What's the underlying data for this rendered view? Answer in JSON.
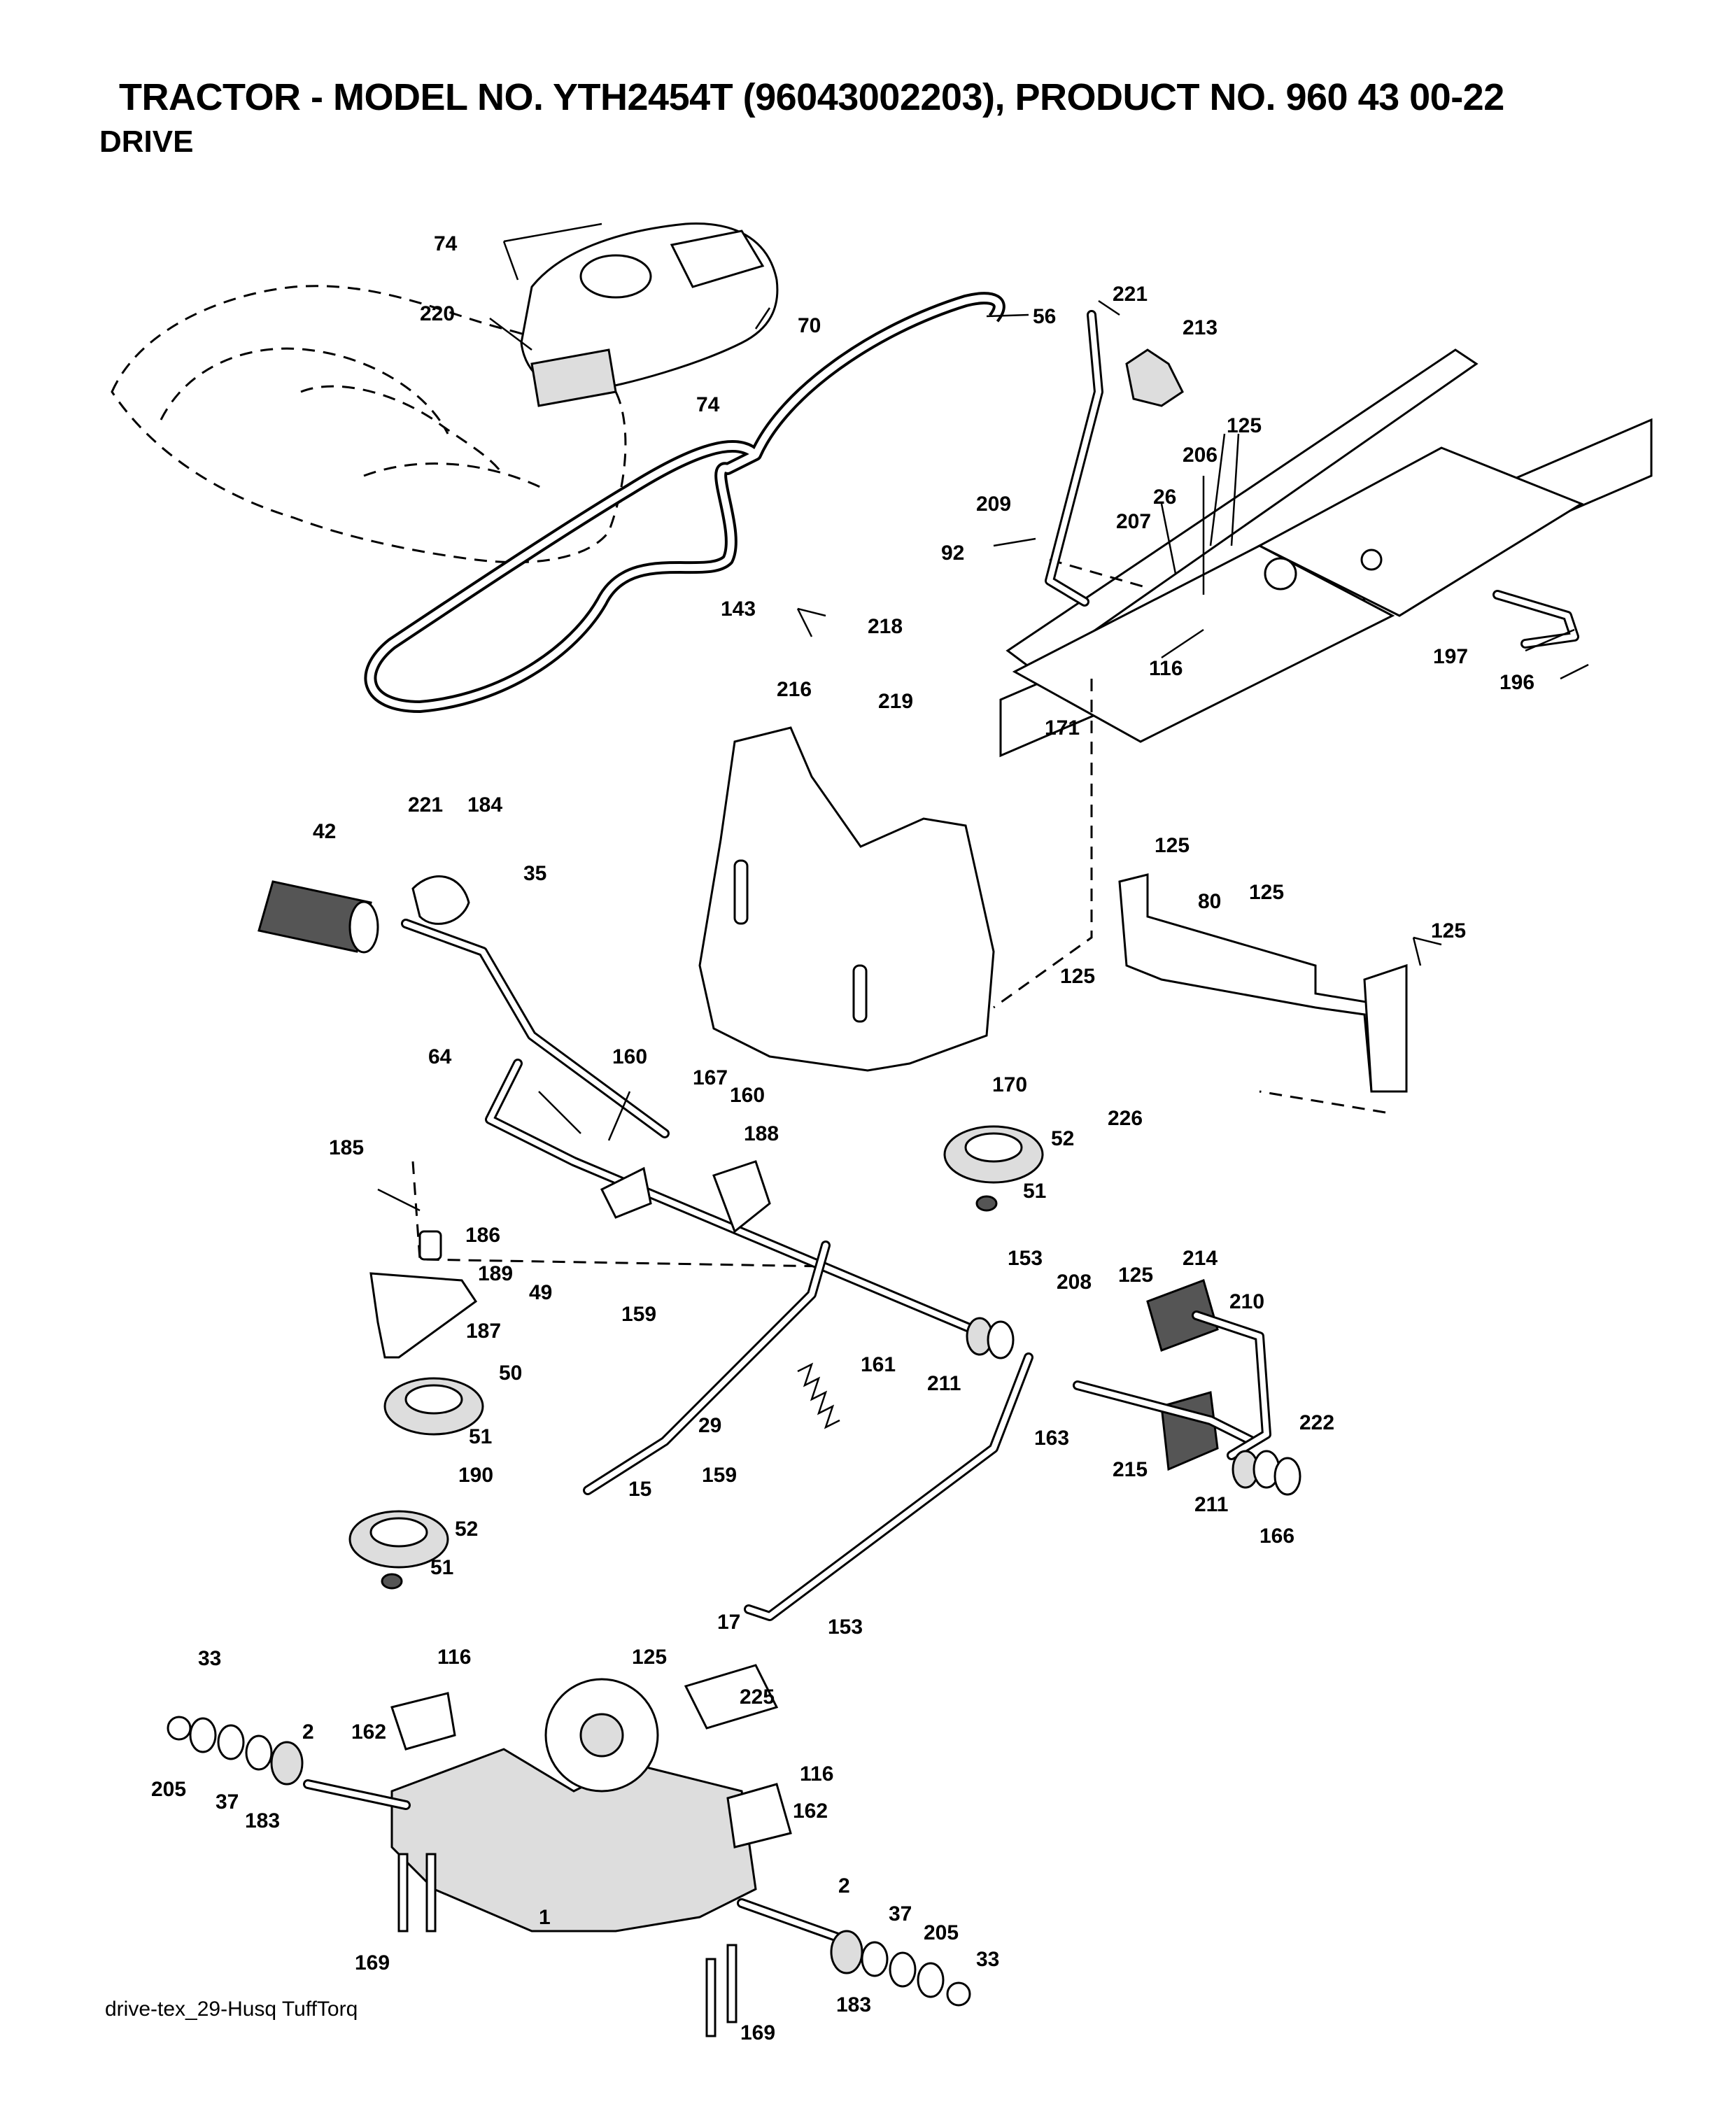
{
  "header": {
    "title": "TRACTOR - MODEL NO. YTH2454T (96043002203), PRODUCT NO. 960 43 00-22",
    "subtitle": "DRIVE"
  },
  "footer": {
    "code": "drive-tex_29-Husq TuffTorq"
  },
  "callouts": [
    {
      "id": "c1",
      "text": "74"
    },
    {
      "id": "c2",
      "text": "221"
    },
    {
      "id": "c3",
      "text": "213"
    },
    {
      "id": "c4",
      "text": "220"
    },
    {
      "id": "c5",
      "text": "70"
    },
    {
      "id": "c6",
      "text": "56"
    },
    {
      "id": "c7",
      "text": "74"
    },
    {
      "id": "c8",
      "text": "125"
    },
    {
      "id": "c9",
      "text": "206"
    },
    {
      "id": "c10",
      "text": "209"
    },
    {
      "id": "c11",
      "text": "26"
    },
    {
      "id": "c12",
      "text": "207"
    },
    {
      "id": "c13",
      "text": "92"
    },
    {
      "id": "c14",
      "text": "143"
    },
    {
      "id": "c15",
      "text": "218"
    },
    {
      "id": "c16",
      "text": "116"
    },
    {
      "id": "c17",
      "text": "197"
    },
    {
      "id": "c18",
      "text": "196"
    },
    {
      "id": "c19",
      "text": "216"
    },
    {
      "id": "c20",
      "text": "219"
    },
    {
      "id": "c21",
      "text": "171"
    },
    {
      "id": "c22",
      "text": "221"
    },
    {
      "id": "c23",
      "text": "184"
    },
    {
      "id": "c24",
      "text": "42"
    },
    {
      "id": "c25",
      "text": "35"
    },
    {
      "id": "c26",
      "text": "125"
    },
    {
      "id": "c27",
      "text": "80"
    },
    {
      "id": "c28",
      "text": "125"
    },
    {
      "id": "c29",
      "text": "125"
    },
    {
      "id": "c30",
      "text": "125"
    },
    {
      "id": "c31",
      "text": "64"
    },
    {
      "id": "c32",
      "text": "160"
    },
    {
      "id": "c33",
      "text": "167"
    },
    {
      "id": "c34",
      "text": "160"
    },
    {
      "id": "c35",
      "text": "170"
    },
    {
      "id": "c36",
      "text": "188"
    },
    {
      "id": "c37",
      "text": "226"
    },
    {
      "id": "c38",
      "text": "185"
    },
    {
      "id": "c39",
      "text": "52"
    },
    {
      "id": "c40",
      "text": "51"
    },
    {
      "id": "c41",
      "text": "186"
    },
    {
      "id": "c42",
      "text": "189"
    },
    {
      "id": "c43",
      "text": "49"
    },
    {
      "id": "c44",
      "text": "159"
    },
    {
      "id": "c45",
      "text": "153"
    },
    {
      "id": "c46",
      "text": "208"
    },
    {
      "id": "c47",
      "text": "125"
    },
    {
      "id": "c48",
      "text": "214"
    },
    {
      "id": "c49",
      "text": "187"
    },
    {
      "id": "c50",
      "text": "210"
    },
    {
      "id": "c51",
      "text": "50"
    },
    {
      "id": "c52",
      "text": "161"
    },
    {
      "id": "c53",
      "text": "211"
    },
    {
      "id": "c54",
      "text": "51"
    },
    {
      "id": "c55",
      "text": "29"
    },
    {
      "id": "c56",
      "text": "163"
    },
    {
      "id": "c57",
      "text": "222"
    },
    {
      "id": "c58",
      "text": "190"
    },
    {
      "id": "c59",
      "text": "15"
    },
    {
      "id": "c60",
      "text": "159"
    },
    {
      "id": "c61",
      "text": "215"
    },
    {
      "id": "c62",
      "text": "211"
    },
    {
      "id": "c63",
      "text": "52"
    },
    {
      "id": "c64",
      "text": "166"
    },
    {
      "id": "c65",
      "text": "51"
    },
    {
      "id": "c66",
      "text": "17"
    },
    {
      "id": "c67",
      "text": "153"
    },
    {
      "id": "c68",
      "text": "33"
    },
    {
      "id": "c69",
      "text": "116"
    },
    {
      "id": "c70",
      "text": "125"
    },
    {
      "id": "c71",
      "text": "225"
    },
    {
      "id": "c72",
      "text": "2"
    },
    {
      "id": "c73",
      "text": "162"
    },
    {
      "id": "c74",
      "text": "116"
    },
    {
      "id": "c75",
      "text": "205"
    },
    {
      "id": "c76",
      "text": "37"
    },
    {
      "id": "c77",
      "text": "183"
    },
    {
      "id": "c78",
      "text": "162"
    },
    {
      "id": "c79",
      "text": "2"
    },
    {
      "id": "c80",
      "text": "1"
    },
    {
      "id": "c81",
      "text": "37"
    },
    {
      "id": "c82",
      "text": "205"
    },
    {
      "id": "c83",
      "text": "33"
    },
    {
      "id": "c84",
      "text": "169"
    },
    {
      "id": "c85",
      "text": "183"
    },
    {
      "id": "c86",
      "text": "169"
    }
  ]
}
